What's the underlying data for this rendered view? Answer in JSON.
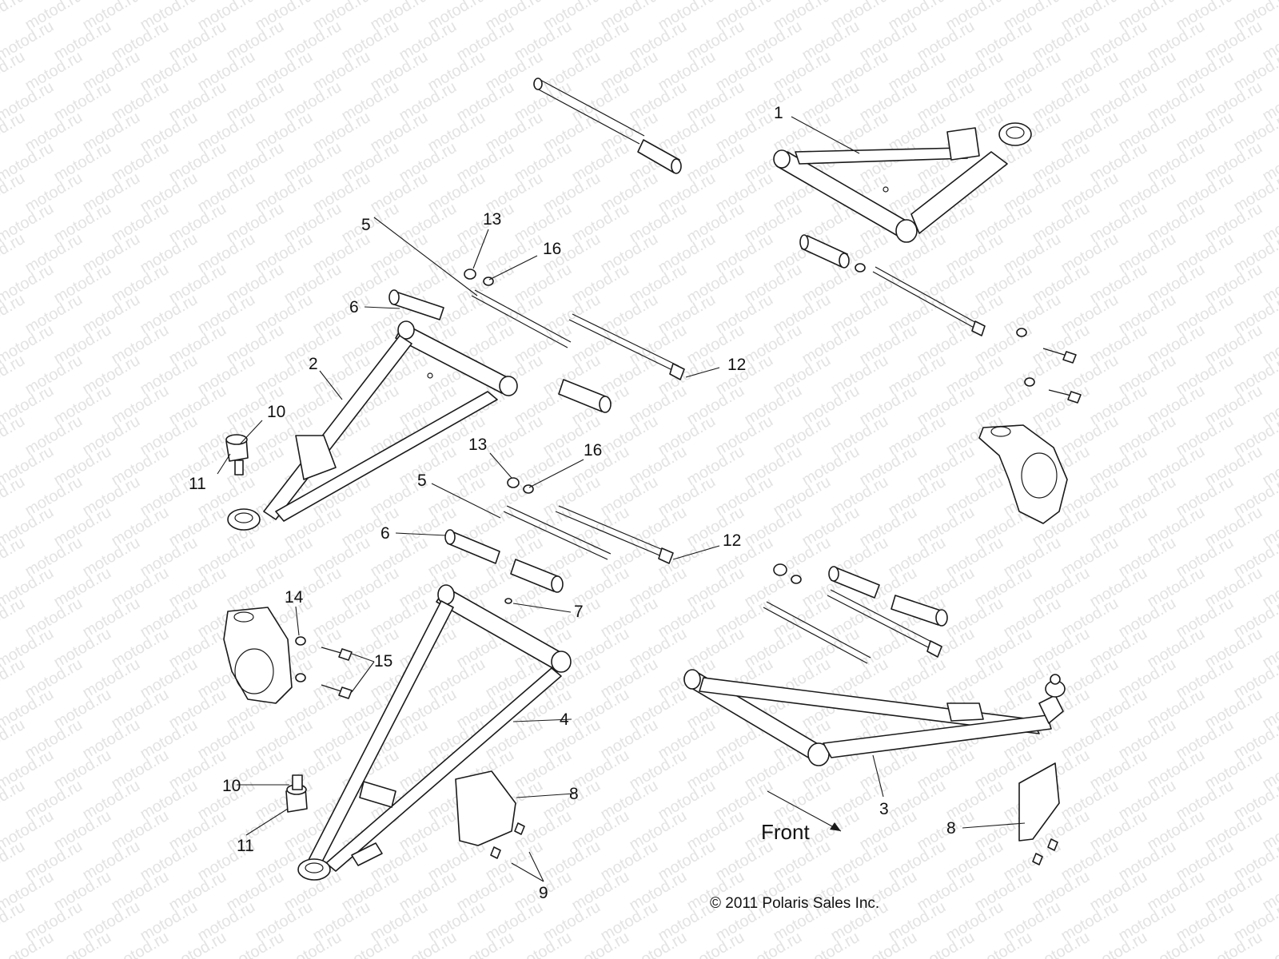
{
  "watermark": {
    "text": "motod.ru",
    "color": "#e3e3e3"
  },
  "callouts": [
    {
      "id": "1",
      "label": "1"
    },
    {
      "id": "2",
      "label": "2"
    },
    {
      "id": "3",
      "label": "3"
    },
    {
      "id": "4",
      "label": "4"
    },
    {
      "id": "5a",
      "label": "5"
    },
    {
      "id": "5b",
      "label": "5"
    },
    {
      "id": "6a",
      "label": "6"
    },
    {
      "id": "6b",
      "label": "6"
    },
    {
      "id": "7",
      "label": "7"
    },
    {
      "id": "8a",
      "label": "8"
    },
    {
      "id": "8b",
      "label": "8"
    },
    {
      "id": "9",
      "label": "9"
    },
    {
      "id": "10a",
      "label": "10"
    },
    {
      "id": "10b",
      "label": "10"
    },
    {
      "id": "11a",
      "label": "11"
    },
    {
      "id": "11b",
      "label": "11"
    },
    {
      "id": "12a",
      "label": "12"
    },
    {
      "id": "12b",
      "label": "12"
    },
    {
      "id": "13a",
      "label": "13"
    },
    {
      "id": "13b",
      "label": "13"
    },
    {
      "id": "14",
      "label": "14"
    },
    {
      "id": "15",
      "label": "15"
    },
    {
      "id": "16a",
      "label": "16"
    },
    {
      "id": "16b",
      "label": "16"
    }
  ],
  "front_label": "Front",
  "copyright": "© 2011 Polaris Sales Inc.",
  "colors": {
    "line": "#1a1a1a",
    "background": "#ffffff"
  }
}
